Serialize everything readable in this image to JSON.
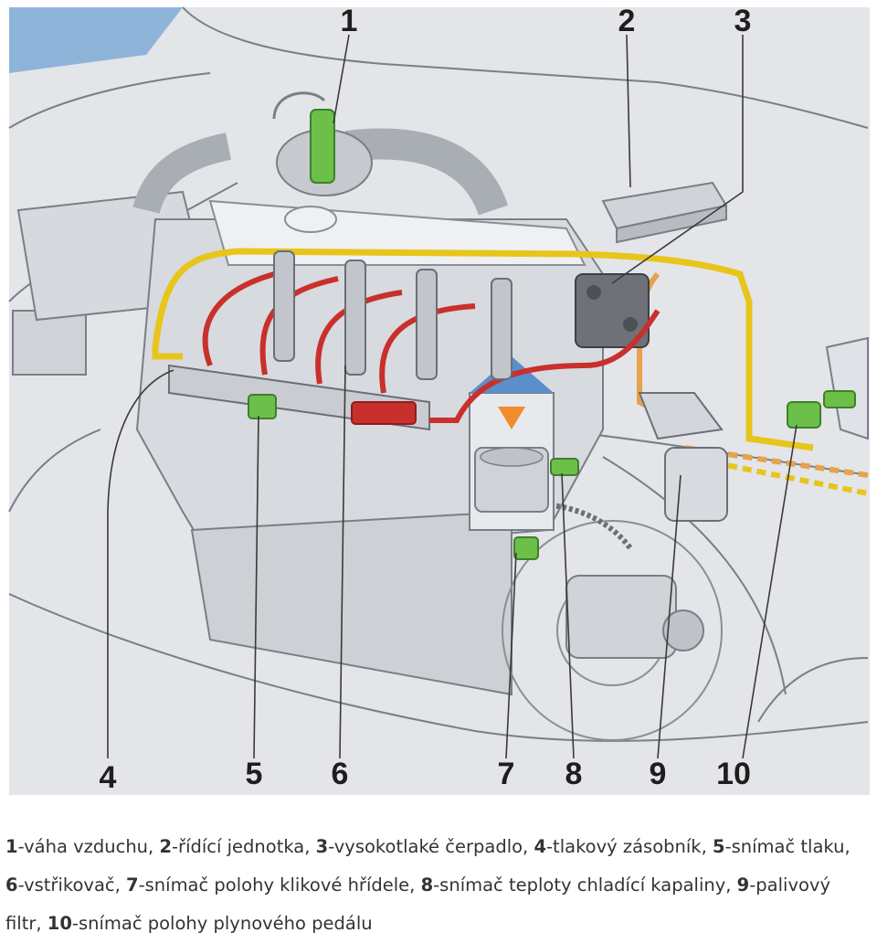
{
  "callouts": [
    {
      "num": "1"
    },
    {
      "num": "2"
    },
    {
      "num": "3"
    },
    {
      "num": "4"
    },
    {
      "num": "5"
    },
    {
      "num": "6"
    },
    {
      "num": "7"
    },
    {
      "num": "8"
    },
    {
      "num": "9"
    },
    {
      "num": "10"
    }
  ],
  "caption": [
    {
      "num": "1",
      "text": "-váha vzduchu, "
    },
    {
      "num": "2",
      "text": "-řídící jednotka, "
    },
    {
      "num": "3",
      "text": "-vysokotlaké čerpadlo, "
    },
    {
      "num": "4",
      "text": "-tlakový zásobník, "
    },
    {
      "num": "5",
      "text": "-snímač tlaku, "
    },
    {
      "num": "6",
      "text": "-vstřikovač, "
    },
    {
      "num": "7",
      "text": "-snímač polohy klikové hřídele, "
    },
    {
      "num": "8",
      "text": "-snímač teploty chladící kapaliny, "
    },
    {
      "num": "9",
      "text": "-palivový filtr, "
    },
    {
      "num": "10",
      "text": "-snímač polohy plynového pedálu"
    }
  ],
  "colors": {
    "background": "#e4e6ea",
    "body_line": "#7a7e86",
    "low_pressure_line": "#e8c51a",
    "high_pressure_line": "#c9302c",
    "return_line": "#e7a24a",
    "sensor": "#6cc04a",
    "sky": "#8fb4da"
  }
}
